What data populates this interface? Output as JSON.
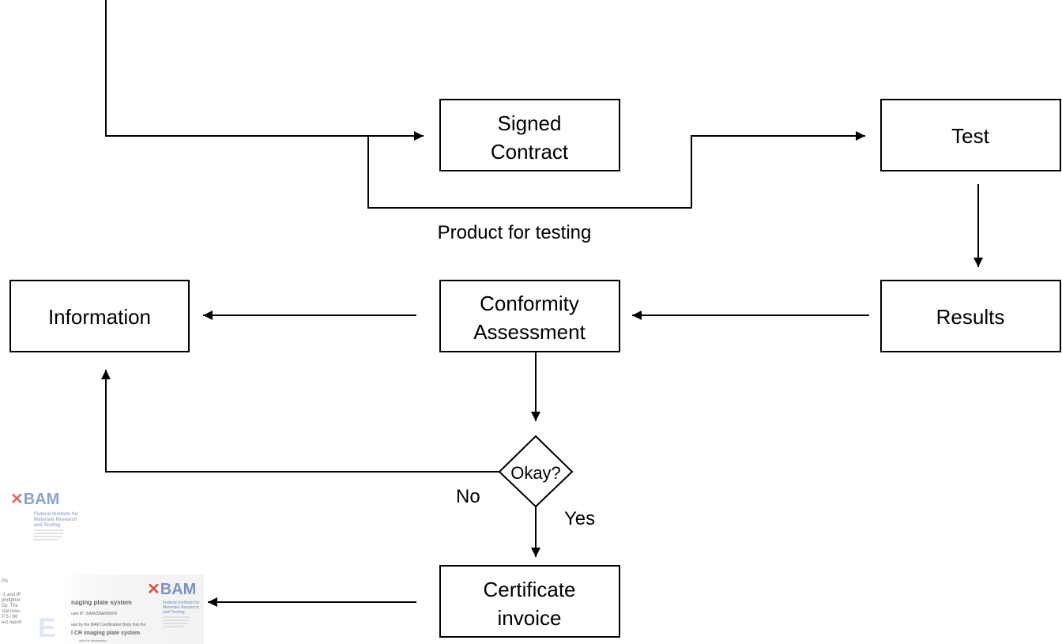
{
  "nodes": {
    "signed_contract": [
      "Signed",
      "Contract"
    ],
    "test": "Test",
    "results": "Results",
    "conformity": [
      "Conformity",
      "Assessment"
    ],
    "information": "Information",
    "decision": "Okay?",
    "certificate": [
      "Certificate",
      "invoice"
    ]
  },
  "edge_labels": {
    "product": "Product for testing",
    "no": "No",
    "yes": "Yes"
  },
  "certificate_doc": {
    "logo": "BAM",
    "org": [
      "Federal Institute for",
      "Materials Research",
      "and Testing"
    ],
    "title": "naging plate system",
    "number": "cate N°: BAM/ZBA/006/09",
    "issued": "ued by the BAM Certification Body that the",
    "product": "l CR imaging plate system",
    "designation": "with the designation"
  },
  "report_doc": {
    "logo": "BAM",
    "org": [
      "Federal Institute for",
      "Materials Research",
      "and Testing"
    ],
    "fragments": [
      "PS",
      "-1 and IP",
      "photphor",
      "Gy. The",
      "ctal rese-",
      "P 5 / 80",
      "est report"
    ]
  },
  "colors": {
    "stroke": "#000000",
    "faded_blue": "#7a93c4"
  }
}
